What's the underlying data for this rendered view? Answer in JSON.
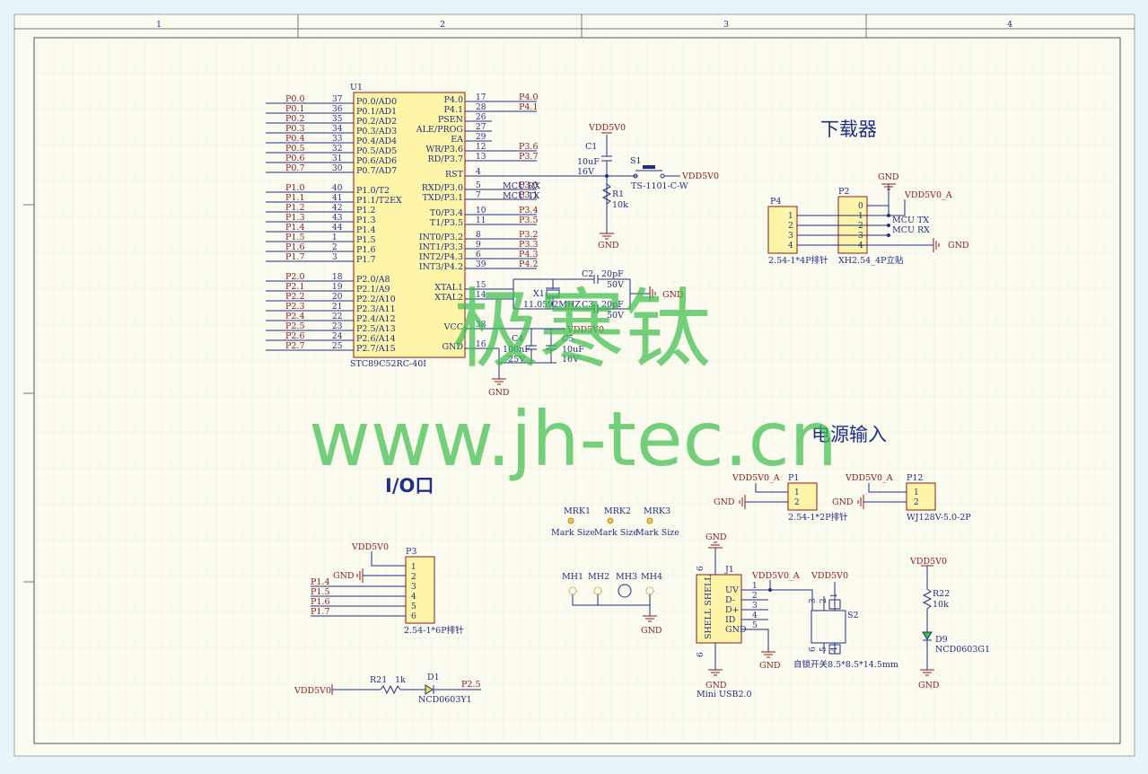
{
  "sheet": {
    "columns": [
      "1",
      "2",
      "3",
      "4"
    ],
    "background": "#fcfbf0",
    "grid_color": "#e7e3d3",
    "wire_color": "#1f2f8a",
    "net_color": "#8b1a1a",
    "chip_fill": "#fff5a8"
  },
  "sections": {
    "downloader": "下载器",
    "power_input": "电源输入",
    "io_port": "I/O口"
  },
  "watermark": {
    "cn": "极寒钛",
    "url": "www.jh-tec.cn"
  },
  "mcu": {
    "designator": "U1",
    "part": "STC89C52RC-40I",
    "left_pins": [
      {
        "net": "P0.0",
        "num": "37",
        "name": "P0.0/AD0"
      },
      {
        "net": "P0.1",
        "num": "36",
        "name": "P0.1/AD1"
      },
      {
        "net": "P0.2",
        "num": "35",
        "name": "P0.2/AD2"
      },
      {
        "net": "P0.3",
        "num": "34",
        "name": "P0.3/AD3"
      },
      {
        "net": "P0.4",
        "num": "33",
        "name": "P0.4/AD4"
      },
      {
        "net": "P0.5",
        "num": "32",
        "name": "P0.5/AD5"
      },
      {
        "net": "P0.6",
        "num": "31",
        "name": "P0.6/AD6"
      },
      {
        "net": "P0.7",
        "num": "30",
        "name": "P0.7/AD7"
      },
      {
        "net": "P1.0",
        "num": "40",
        "name": "P1.0/T2"
      },
      {
        "net": "P1.1",
        "num": "41",
        "name": "P1.1/T2EX"
      },
      {
        "net": "P1.2",
        "num": "42",
        "name": "P1.2"
      },
      {
        "net": "P1.3",
        "num": "43",
        "name": "P1.3"
      },
      {
        "net": "P1.4",
        "num": "44",
        "name": "P1.4"
      },
      {
        "net": "P1.5",
        "num": "1",
        "name": "P1.5"
      },
      {
        "net": "P1.6",
        "num": "2",
        "name": "P1.6"
      },
      {
        "net": "P1.7",
        "num": "3",
        "name": "P1.7"
      },
      {
        "net": "P2.0",
        "num": "18",
        "name": "P2.0/A8"
      },
      {
        "net": "P2.1",
        "num": "19",
        "name": "P2.1/A9"
      },
      {
        "net": "P2.2",
        "num": "20",
        "name": "P2.2/A10"
      },
      {
        "net": "P2.3",
        "num": "21",
        "name": "P2.3/A11"
      },
      {
        "net": "P2.4",
        "num": "22",
        "name": "P2.4/A12"
      },
      {
        "net": "P2.5",
        "num": "23",
        "name": "P2.5/A13"
      },
      {
        "net": "P2.6",
        "num": "24",
        "name": "P2.6/A14"
      },
      {
        "net": "P2.7",
        "num": "25",
        "name": "P2.7/A15"
      }
    ],
    "right_pins": [
      {
        "num": "17",
        "name": "P4.0",
        "net": "P4.0"
      },
      {
        "num": "28",
        "name": "P4.1",
        "net": "P4.1"
      },
      {
        "num": "26",
        "name": "PSEN",
        "net": ""
      },
      {
        "num": "27",
        "name": "ALE/PROG",
        "net": ""
      },
      {
        "num": "29",
        "name": "EA",
        "net": ""
      },
      {
        "num": "12",
        "name": "WR/P3.6",
        "net": "P3.6"
      },
      {
        "num": "13",
        "name": "RD/P3.7",
        "net": "P3.7"
      },
      {
        "num": "4",
        "name": "RST",
        "net": ""
      },
      {
        "num": "5",
        "name": "RXD/P3.0",
        "net": "P3.0"
      },
      {
        "num": "7",
        "name": "TXD/P3.1",
        "net": "P3.1"
      },
      {
        "num": "10",
        "name": "T0/P3.4",
        "net": "P3.4"
      },
      {
        "num": "11",
        "name": "T1/P3.5",
        "net": "P3.5"
      },
      {
        "num": "8",
        "name": "INT0/P3.2",
        "net": "P3.2"
      },
      {
        "num": "9",
        "name": "INT1/P3.3",
        "net": "P3.3"
      },
      {
        "num": "6",
        "name": "INT2/P4.3",
        "net": "P4.3"
      },
      {
        "num": "39",
        "name": "INT3/P4.2",
        "net": "P4.2"
      },
      {
        "num": "15",
        "name": "XTAL1",
        "net": ""
      },
      {
        "num": "14",
        "name": "XTAL2",
        "net": ""
      },
      {
        "num": "38",
        "name": "VCC",
        "net": ""
      },
      {
        "num": "16",
        "name": "GND",
        "net": ""
      }
    ],
    "mcu_rx": "MCU RX",
    "mcu_tx": "MCU TX"
  },
  "power": {
    "vdd": "VDD5V0",
    "vdd_a": "VDD5V0_A",
    "gnd": "GND"
  },
  "reset": {
    "c1": {
      "des": "C1",
      "value": "10uF",
      "voltage": "16V"
    },
    "s1": {
      "des": "S1",
      "part": "TS-1101-C-W"
    },
    "r1": {
      "des": "R1",
      "value": "10k"
    }
  },
  "crystal": {
    "x1": {
      "des": "X1",
      "value": "11.0592MHZ"
    },
    "c2": {
      "des": "C2",
      "value": "20pF",
      "voltage": "50V"
    },
    "c3": {
      "des": "C3",
      "value": "20pF",
      "voltage": "50V"
    },
    "c4": {
      "des": "C4",
      "value": "100nF",
      "voltage": "25V"
    },
    "c5": {
      "des": "C5",
      "value": "10uF",
      "voltage": "16V"
    }
  },
  "downloader": {
    "p4": {
      "des": "P4",
      "part": "2.54-1*4P排针",
      "pins": [
        "1",
        "2",
        "3",
        "4"
      ]
    },
    "p2": {
      "des": "P2",
      "part": "XH2.54_4P立贴",
      "pins": [
        "0",
        "1",
        "2",
        "3",
        "4"
      ]
    }
  },
  "power_input": {
    "p1": {
      "des": "P1",
      "part": "2.54-1*2P排针",
      "pins": [
        "1",
        "2"
      ]
    },
    "p12": {
      "des": "P12",
      "part": "WJ128V-5.0-2P",
      "pins": [
        "1",
        "2"
      ]
    }
  },
  "io": {
    "p3": {
      "des": "P3",
      "part": "2.54-1*6P排针",
      "pins": [
        "1",
        "2",
        "3",
        "4",
        "5",
        "6"
      ],
      "nets": [
        "P1.4",
        "P1.5",
        "P1.6",
        "P1.7"
      ]
    }
  },
  "marks": {
    "mrk": [
      {
        "des": "MRK1",
        "label": "Mark Size"
      },
      {
        "des": "MRK2",
        "label": "Mark Size"
      },
      {
        "des": "MRK3",
        "label": "Mark Size"
      }
    ],
    "mh": [
      "MH1",
      "MH2",
      "MH3",
      "MH4"
    ]
  },
  "usb": {
    "j1": {
      "des": "J1",
      "part": "Mini USB2.0",
      "pins": [
        "1",
        "2",
        "3",
        "4",
        "5"
      ],
      "names": [
        "UV",
        "D-",
        "D+",
        "ID",
        "GND"
      ],
      "shell": "SHELL SHELL",
      "shell_pins": [
        "6",
        "6"
      ]
    },
    "s2": {
      "des": "S2",
      "part": "自锁开关8.5*8.5*14.5mm",
      "pins": [
        "3",
        "2",
        "1",
        "6",
        "5",
        "4"
      ]
    }
  },
  "led_d9": {
    "r22": {
      "des": "R22",
      "value": "10k"
    },
    "d9": {
      "des": "D9",
      "part": "NCD0603G1"
    }
  },
  "led_d1": {
    "r21": {
      "des": "R21",
      "value": "1k"
    },
    "d1": {
      "des": "D1",
      "part": "NCD0603Y1"
    },
    "net": "P2.5"
  }
}
